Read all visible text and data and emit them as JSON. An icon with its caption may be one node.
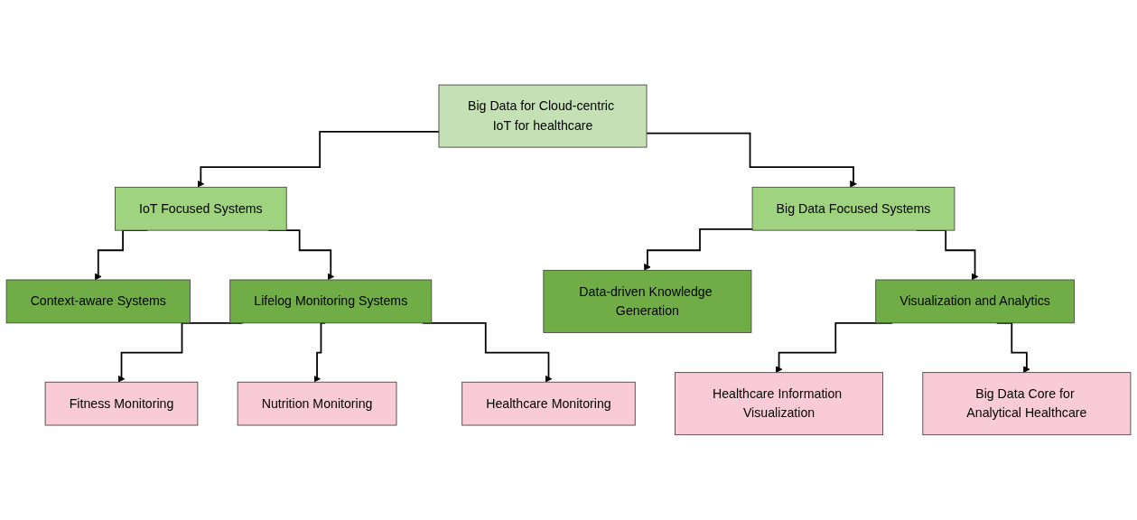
{
  "diagram": {
    "nodes": [
      {
        "text": [
          "Big Data for Cloud-centric IoT for healthcare"
        ]
      },
      {
        "text": [
          "IoT Focused Systems"
        ]
      },
      {
        "text": [
          "Big Data Focused Systems"
        ]
      },
      {
        "text": [
          "Context-aware Systems"
        ]
      },
      {
        "text": [
          "Lifelog Monitoring Systems"
        ]
      },
      {
        "text": [
          "Data-driven Knowledge Generation"
        ]
      },
      {
        "text": [
          "Visualization and Analytics"
        ]
      },
      {
        "text": [
          "Fitness Monitoring"
        ]
      },
      {
        "text": [
          "Nutrition Monitoring"
        ]
      },
      {
        "text": [
          "Healthcare Monitoring"
        ]
      },
      {
        "text": [
          "Healthcare Information Visualization"
        ]
      },
      {
        "text": [
          "Big Data Core for Analytical Healthcare"
        ]
      }
    ],
    "edges": [
      {
        "from": 0,
        "to": 1,
        "arrow": "to"
      },
      {
        "from": 0,
        "to": 2,
        "arrow": "to"
      },
      {
        "from": 1,
        "to": 3,
        "arrow": "to"
      },
      {
        "from": 1,
        "to": 4,
        "arrow": "to"
      },
      {
        "from": 2,
        "to": 5,
        "arrow": "to"
      },
      {
        "from": 2,
        "to": 6,
        "arrow": "to"
      },
      {
        "from": 4,
        "to": 7,
        "arrow": "to"
      },
      {
        "from": 4,
        "to": 8,
        "arrow": "to"
      },
      {
        "from": 4,
        "to": 9,
        "arrow": "to"
      },
      {
        "from": 6,
        "to": 10,
        "arrow": "to"
      },
      {
        "from": 6,
        "to": 11,
        "arrow": "to"
      }
    ]
  }
}
